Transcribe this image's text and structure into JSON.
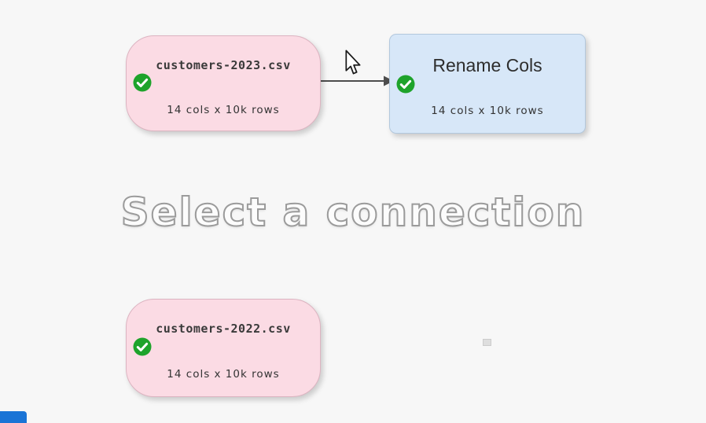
{
  "canvas": {
    "hint_text": "Select a connection",
    "background_color": "#f7f7f7"
  },
  "colors": {
    "input_node_fill": "#fbdbe4",
    "input_node_border": "#dcb4c1",
    "transform_node_fill": "#d7e7f8",
    "transform_node_border": "#b3c8dd",
    "status_ok_green": "#1ea32b",
    "arrow": "#4d4d4d",
    "hint_outline": "#9b9b9b",
    "fragment_blue": "#1a74d6"
  },
  "nodes": [
    {
      "title": "customers-2023.csv",
      "subtitle": "14 cols x 10k rows",
      "type": "input",
      "status": "ok"
    },
    {
      "title": "Rename Cols",
      "subtitle": "14 cols x 10k rows",
      "type": "transform",
      "status": "ok"
    },
    {
      "title": "customers-2022.csv",
      "subtitle": "14 cols x 10k rows",
      "type": "input",
      "status": "ok"
    }
  ],
  "icons": {
    "status_ok": "check-circle-icon",
    "cursor": "mouse-pointer-icon"
  }
}
